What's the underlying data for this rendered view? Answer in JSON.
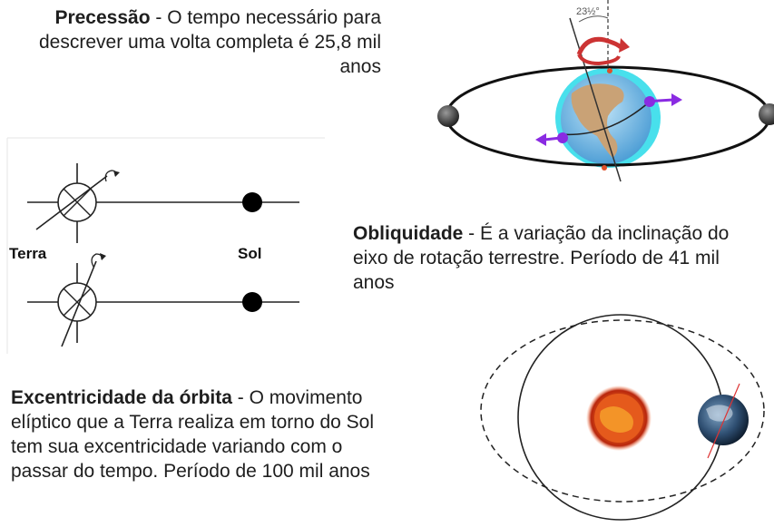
{
  "precession": {
    "title": "Precessão",
    "text": " - O tempo necessário para descrever uma volta completa é 25,8 mil anos",
    "angle_label": "23½°"
  },
  "obliquity": {
    "title": "Obliquidade",
    "text": " - É a variação da inclinação do eixo de rotação terrestre. Período de 41 mil anos",
    "earth_label": "Terra",
    "sun_label": "Sol"
  },
  "eccentricity": {
    "title": "Excentricidade da órbita",
    "text": " - O movimento elíptico que a Terra realiza em torno do Sol tem sua excentricidade variando com o passar do tempo. Período de 100 mil anos"
  },
  "colors": {
    "orbit": "#000000",
    "arrow_red": "#cc3333",
    "arrow_purple": "#8a2be2",
    "earth_ocean": "#6fb3e0",
    "sun": "#e2541a"
  }
}
